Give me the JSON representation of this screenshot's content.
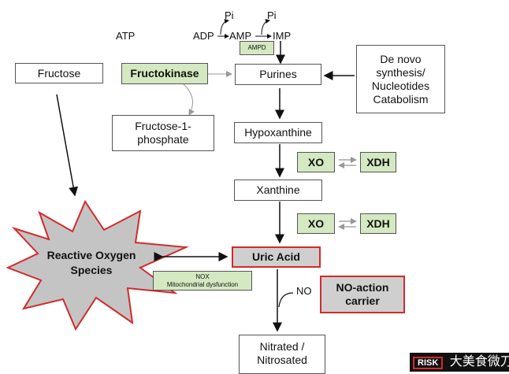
{
  "nodes": {
    "fructose": "Fructose",
    "fructokinase": "Fructokinase",
    "purines": "Purines",
    "de_novo": [
      "De novo",
      "synthesis/",
      "Nucleotides",
      "Catabolism"
    ],
    "fructose_1_phosphate": [
      "Fructose-1-",
      "phosphate"
    ],
    "hypoxanthine": "Hypoxanthine",
    "xanthine": "Xanthine",
    "xo_1": "XO",
    "xdh_1": "XDH",
    "xo_2": "XO",
    "xdh_2": "XDH",
    "uric_acid": "Uric Acid",
    "no_action_carrier": [
      "NO-action",
      "carrier"
    ],
    "nitrated": [
      "Nitrated /",
      "Nitrosated"
    ],
    "ros": [
      "Reactive Oxygen",
      "Species"
    ],
    "nox": [
      "NOX",
      "Mitochondrial dysfunction"
    ],
    "ampd": "AMPD"
  },
  "labels": {
    "atp": "ATP",
    "adp": "ADP",
    "amp": "AMP",
    "imp": "IMP",
    "pi_1": "Pi",
    "pi_2": "Pi",
    "no": "NO"
  },
  "watermark": {
    "risk": "RISK",
    "text": "大美食微刀"
  },
  "colors": {
    "enzyme_green": "#d4e8c2",
    "highlight_red": "#d32a2a",
    "gray_fill": "#cfcfcf"
  }
}
